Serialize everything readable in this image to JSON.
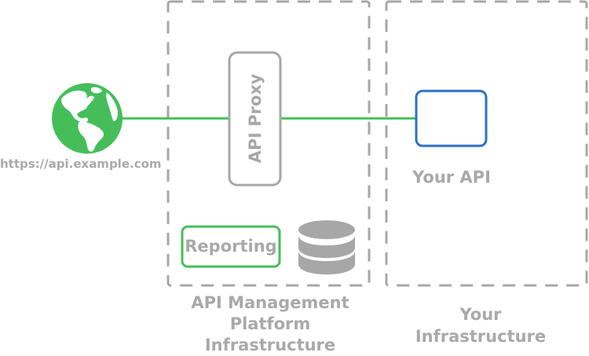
{
  "colors": {
    "accent_green": "#45be5a",
    "api_blue": "#2b72c2",
    "gray": "#a7a7a7"
  },
  "client": {
    "icon": "globe-icon",
    "url_label": "https://api.example.com"
  },
  "platform_zone": {
    "proxy_label": "API Proxy",
    "reporting_label": "Reporting",
    "database_icon": "database-icon",
    "caption_lines": [
      "API Management",
      "Platform",
      "Infrastructure"
    ]
  },
  "your_zone": {
    "api_label": "Your API",
    "caption_lines": [
      "Your",
      "Infrastructure"
    ]
  }
}
